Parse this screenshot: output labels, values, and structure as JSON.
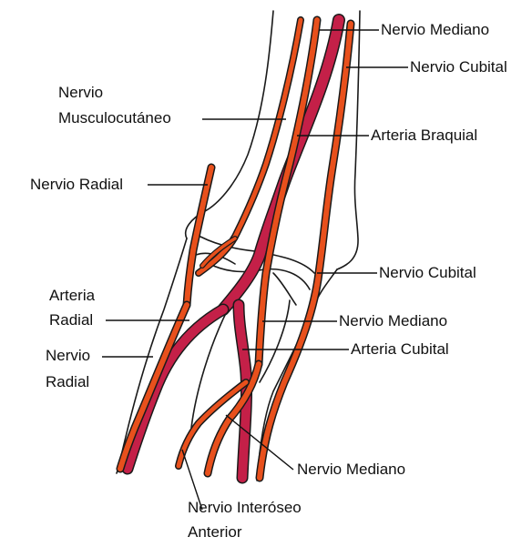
{
  "labels": {
    "nervio_mediano_top": "Nervio Mediano",
    "nervio_cubital_top": "Nervio Cubital",
    "nervio_musculo_1": "Nervio",
    "nervio_musculo_2": "Musculocutáneo",
    "arteria_braquial": "Arteria Braquial",
    "nervio_radial_top": "Nervio Radial",
    "nervio_cubital_mid": "Nervio Cubital",
    "arteria_radial_1": "Arteria",
    "arteria_radial_2": "Radial",
    "nervio_mediano_mid": "Nervio Mediano",
    "arteria_cubital": "Arteria Cubital",
    "nervio_radial_bot_1": "Nervio",
    "nervio_radial_bot_2": "Radial",
    "nervio_mediano_bot": "Nervio Mediano",
    "nervio_interoseo_1": "Nervio Interóseo",
    "nervio_interoseo_2": "Anterior"
  },
  "colors": {
    "nerve": "#e8501c",
    "artery": "#c42048",
    "outline": "#1a1a1a",
    "background": "#ffffff"
  }
}
